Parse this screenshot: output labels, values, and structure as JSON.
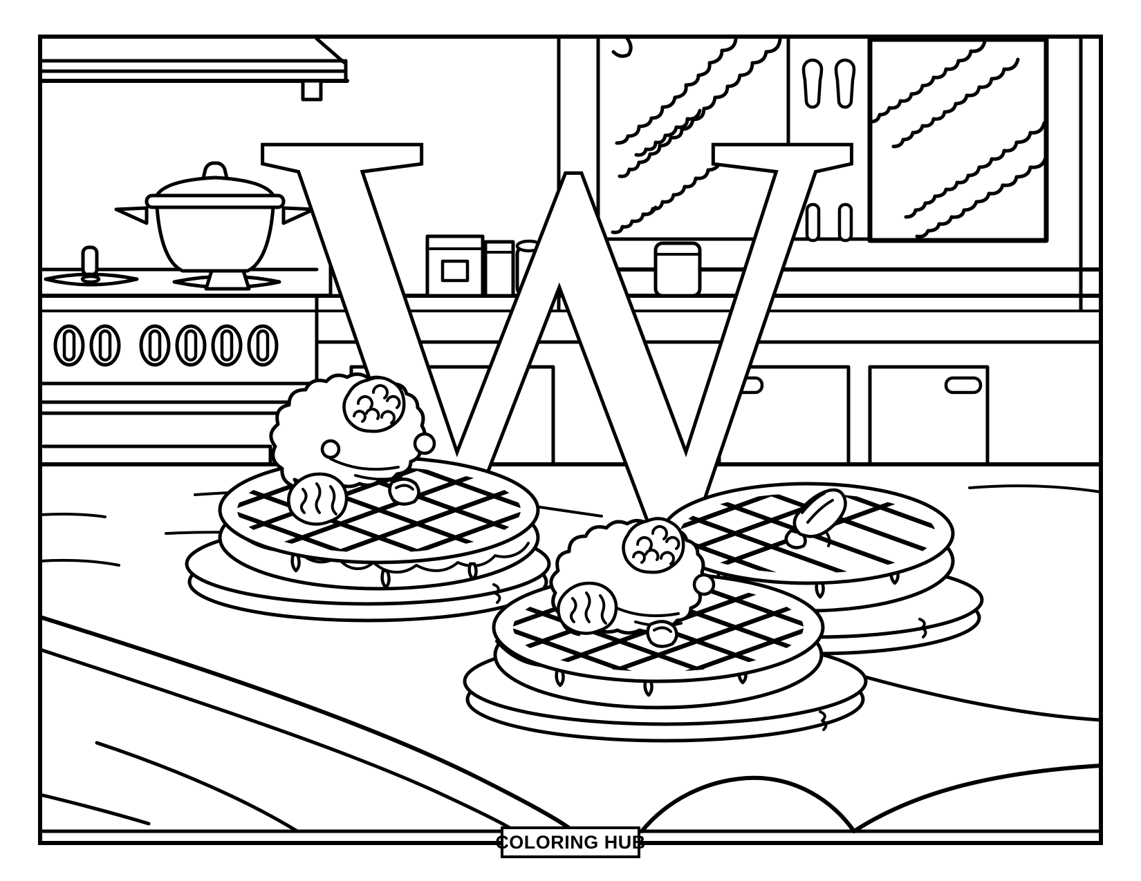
{
  "page": {
    "type": "coloring-book-page",
    "background_color": "#ffffff",
    "line_color": "#000000"
  },
  "branding": {
    "badge_label": "COLORING HUB"
  },
  "alphabet": {
    "letter": "W"
  },
  "scene": {
    "elements": [
      "range-hood",
      "cooking-pot-on-stove",
      "gas-burners",
      "oven-with-control-knobs",
      "upper-cabinets",
      "cabinet-windows-with-plants",
      "cabinet-pill-handles",
      "kitchen-counter-with-canisters",
      "lower-cabinet-doors",
      "table-with-tablecloth",
      "waffle-with-whipped-cream-left",
      "waffle-with-pecan-right",
      "waffle-with-whipped-cream-front",
      "berry-clusters",
      "walnut-halves",
      "letter-w-centerpiece"
    ]
  }
}
